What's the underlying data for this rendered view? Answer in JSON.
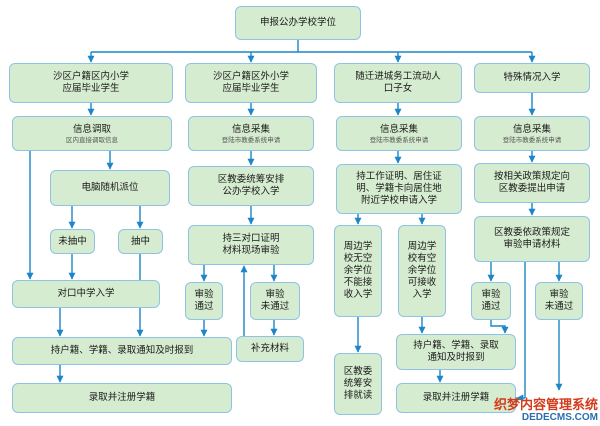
{
  "diagram": {
    "title": "申报公办学校学位",
    "nodes": {
      "shaqu_in": "沙区户籍区内小学\n应届毕业学生",
      "info_fetch": "信息调取",
      "info_fetch_sub": "区内直接调取信息",
      "computer_assign": "电脑随机派位",
      "not_selected": "未抽中",
      "selected": "抽中",
      "school_entry": "对口中学入学",
      "col1_notice": "持户籍、学籍、录取通知及时报到",
      "col1_register": "录取并注册学籍",
      "shaqu_out": "沙区户籍区外小学\n应届毕业学生",
      "info_collect_2": "信息采集",
      "info_collect_2_sub": "登陆市教委系统申请",
      "bureau_arrange": "区教委统筹安排\n公办学校入学",
      "hold_three": "持三对口证明\n材料现场审验",
      "review_pass_2": "审验\n通过",
      "review_fail_2": "审验\n未通过",
      "supplement": "补充材料",
      "migrant": "随迁进城务工流动人\n口子女",
      "info_collect_3": "信息采集",
      "info_collect_3_sub": "登陆市教委系统申请",
      "hold_work": "持工作证明、居住证\n明、学籍卡向居住地\n附近学校申请入学",
      "no_vacancy": "周边学\n校无空\n余学位\n不能接\n收入学",
      "has_vacancy": "周边学\n校有空\n余学位\n可接收\n入学",
      "bureau_coord": "区教委\n统筹安\n排就读",
      "col3_notice": "持户籍、学籍、录取\n通知及时报到",
      "col3_register": "录取并注册学籍",
      "special": "特殊情况入学",
      "info_collect_4": "信息采集",
      "info_collect_4_sub": "登陆市教委系统申请",
      "policy_apply": "按相关政策规定向\n区教委提出申请",
      "bureau_review": "区教委依政策规定\n审验申请材料",
      "review_pass_4": "审验\n通过",
      "review_fail_4": "审验\n未通过"
    }
  },
  "watermark": {
    "line1": "织梦内容管理系统",
    "line2": "DEDECMS.COM"
  }
}
